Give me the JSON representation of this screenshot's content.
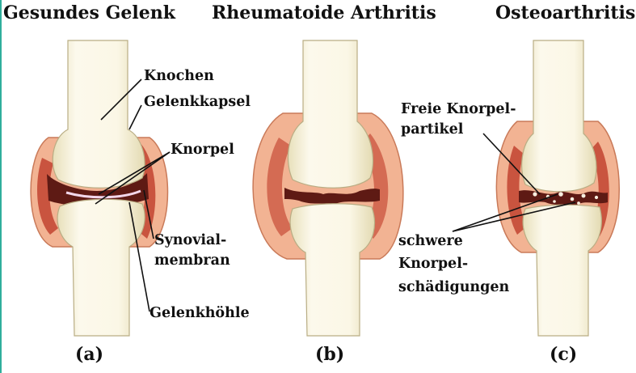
{
  "panels": [
    {
      "title": "Gesundes Gelenk",
      "caption": "(a)",
      "labels": {
        "knochen": "Knochen",
        "gelenkkapsel": "Gelenkkapsel",
        "knorpel": "Knorpel",
        "synovial_1": "Synovial-",
        "synovial_2": "membran",
        "gelenkhoehle": "Gelenkhöhle"
      }
    },
    {
      "title": "Rheumatoide Arthritis",
      "caption": "(b)"
    },
    {
      "title": "Osteoarthritis",
      "caption": "(c)",
      "labels": {
        "freie_1": "Freie Knorpel-",
        "freie_2": "partikel",
        "schwere_1": "schwere",
        "schwere_2": "Knorpel-",
        "schwere_3": "schädigungen"
      }
    }
  ],
  "colors": {
    "bone": "#fcf9ea",
    "bone_shade": "#e6deb8",
    "capsule": "#f2b393",
    "capsule_edge": "#c97a59",
    "membrane": "#c9543f",
    "cavity": "#5e1a14",
    "cartilage": "#f3d7ea",
    "accent_edge": "#2fae9c"
  }
}
